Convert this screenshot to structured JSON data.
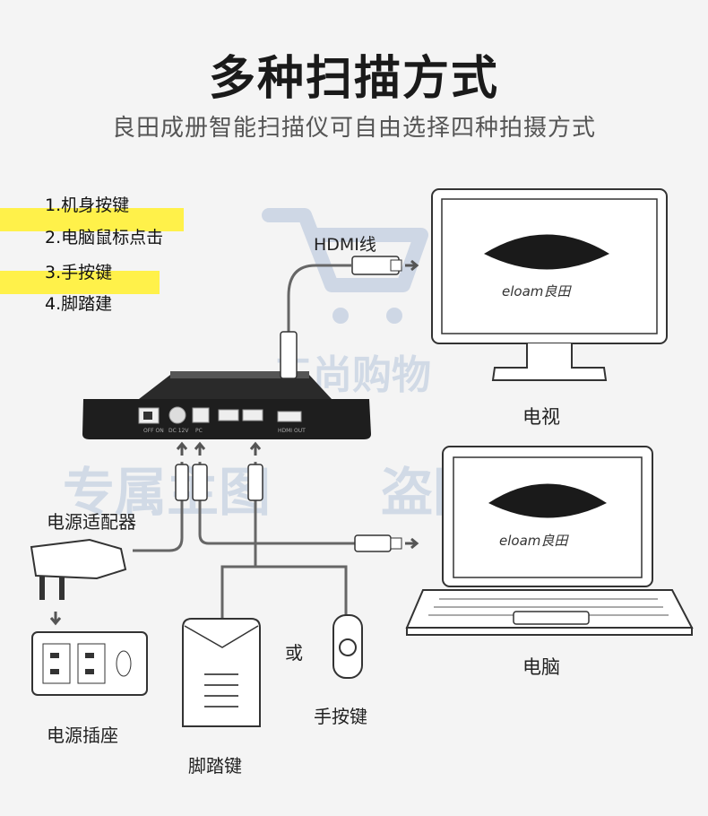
{
  "title": "多种扫描方式",
  "subtitle": "良田成册智能扫描仪可自由选择四种拍摄方式",
  "scan_modes": [
    "1.机身按键",
    "2.电脑鼠标点击",
    "3.手按键",
    "4.脚踏建"
  ],
  "labels": {
    "hdmi": "HDMI线",
    "tv": "电视",
    "computer": "电脑",
    "adapter": "电源适配器",
    "socket": "电源插座",
    "foot_pedal": "脚踏键",
    "hand_button": "手按键",
    "or": "或"
  },
  "device_ports": [
    "OFF  ON",
    "DC 12V",
    "PC",
    "HDMI OUT"
  ],
  "screen_brand": "eloam良田",
  "watermarks": [
    "三尚购物",
    "专属主图",
    "盗图必究"
  ],
  "colors": {
    "highlight": "#fff14a",
    "watermark": "#7896c3",
    "line": "#333333"
  }
}
